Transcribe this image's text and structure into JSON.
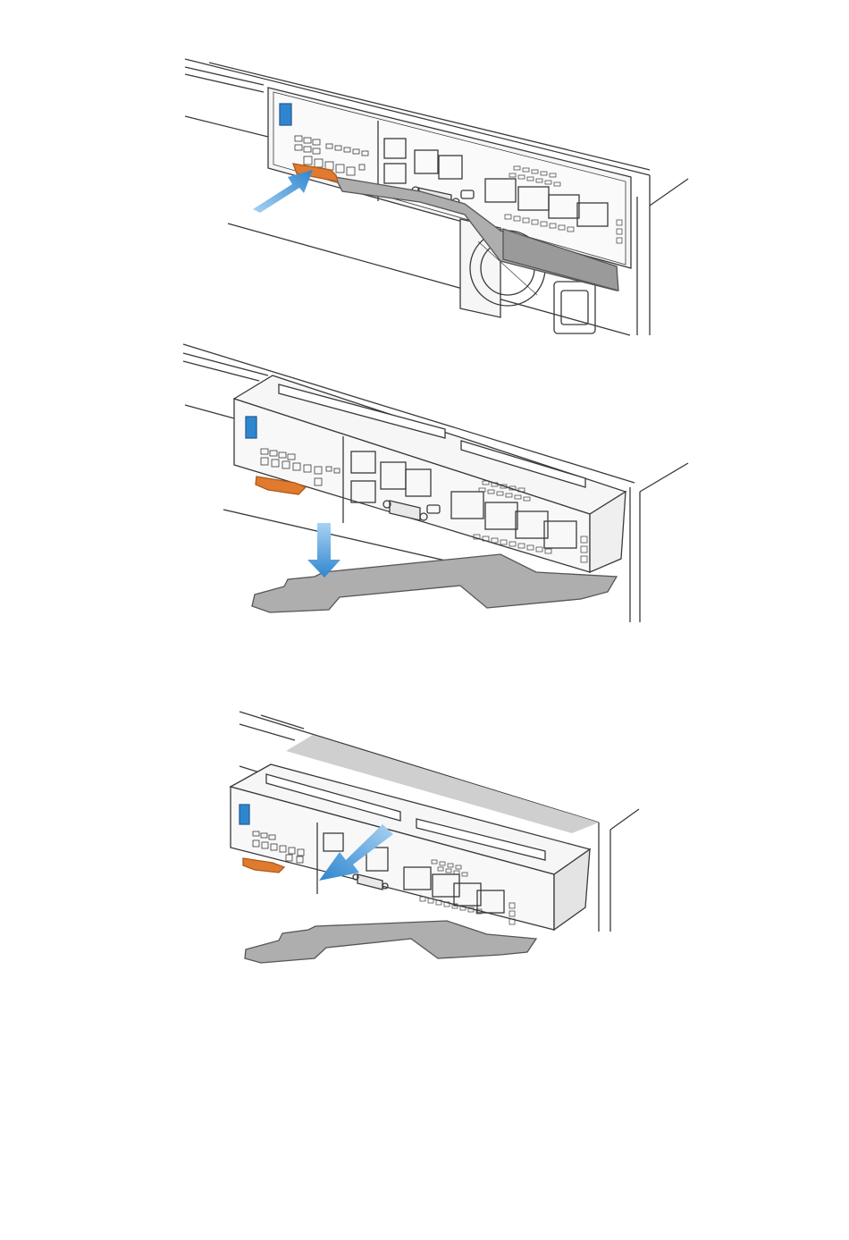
{
  "diagram": {
    "title": "",
    "steps": [
      {
        "id": "step-1",
        "action": "press-release-tab",
        "arrow": "push-arrow"
      },
      {
        "id": "step-2",
        "action": "pull-lever-down",
        "arrow": "down-arrow"
      },
      {
        "id": "step-3",
        "action": "slide-module-out",
        "arrow": "outward-arrow"
      }
    ],
    "colors": {
      "line": "#3a3a3a",
      "panel": "#f4f4f4",
      "lever": "#aeaeae",
      "release_tab": "#e07a2e",
      "arrow": "#3d8fd0",
      "id_label": "#2e86d1"
    },
    "icons": [
      "release-tab-icon",
      "push-arrow-icon",
      "down-arrow-icon",
      "outward-arrow-icon",
      "rj45-port-icon",
      "sfp-port-icon",
      "serial-port-icon",
      "power-inlet-icon",
      "fan-icon"
    ]
  }
}
